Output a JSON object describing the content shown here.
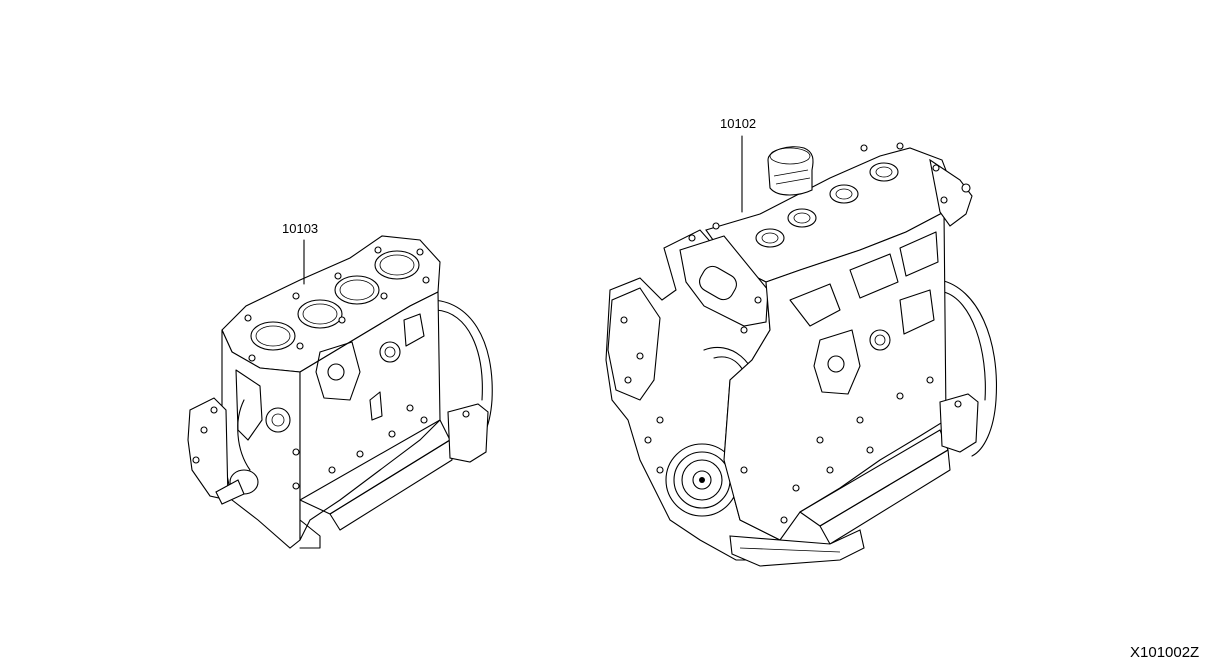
{
  "diagram": {
    "parts": [
      {
        "number": "10103",
        "depicts": "short-block"
      },
      {
        "number": "10102",
        "depicts": "long-block"
      }
    ],
    "diagram_id": "X101002Z"
  }
}
